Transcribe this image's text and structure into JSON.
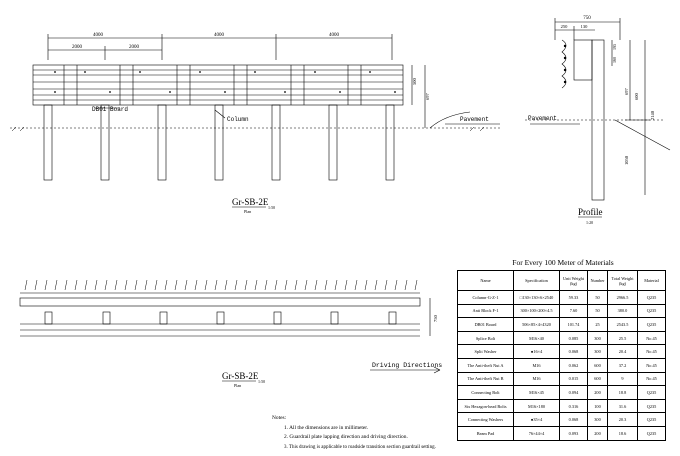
{
  "plan_view": {
    "dims_top": [
      "4000",
      "4000",
      "4000"
    ],
    "dims_sub": [
      "2000",
      "2000"
    ],
    "board_label": "DB01 Board",
    "column_label": "Column",
    "pavement_label": "Pavement",
    "dim_height_1": "500",
    "dim_height_2": "697",
    "title": "Gr-SB-2E",
    "subtitle": "Plan",
    "scale": "1:50"
  },
  "profile_view": {
    "dim_top": "750",
    "dim_a": "250",
    "dim_b": "130",
    "dim_c": "195",
    "dim_d": "160",
    "dim_e": "697",
    "dim_f": "600",
    "dim_g": "2140",
    "dim_h": "1050",
    "pavement_label": "Pavement",
    "title": "Profile",
    "scale": "1:20"
  },
  "elevation_view": {
    "dim_right": "750",
    "direction_label": "Driving Directions",
    "title": "Gr-SB-2E",
    "subtitle": "Plan",
    "scale": "1:50"
  },
  "materials": {
    "title": "For Every 100 Meter of Materials",
    "headers": [
      "Name",
      "Specification",
      "Unit Weight (kg)",
      "Number",
      "Total Weight (kg)",
      "Material"
    ],
    "rows": [
      [
        "Column-G-Z-1",
        "□130×130×6×2540",
        "59.33",
        "50",
        "2966.5",
        "Q235"
      ],
      [
        "Anti Block F-1",
        "300×100×200×4.5",
        "7.60",
        "50",
        "380.0",
        "Q235"
      ],
      [
        "DB01 Board",
        "506×85×4×4320",
        "101.74",
        "25",
        "2543.5",
        "Q235"
      ],
      [
        "Splice Bolt",
        "M16×40",
        "0.085",
        "300",
        "25.5",
        "No.45"
      ],
      [
        "Split Washer",
        "●16×4",
        "0.068",
        "300",
        "20.4",
        "No.45"
      ],
      [
        "The Anti-theft Nut A",
        "M16",
        "0.062",
        "600",
        "37.2",
        "No.45"
      ],
      [
        "The Anti-theft Nut B",
        "M16",
        "0.015",
        "600",
        "9",
        "No.45"
      ],
      [
        "Connecting Bolt",
        "M16×45",
        "0.094",
        "200",
        "18.8",
        "Q235"
      ],
      [
        "Six Hexagon-head Bolts",
        "M16×180",
        "0.316",
        "100",
        "31.6",
        "Q235"
      ],
      [
        "Connecting Washers",
        "●35×4",
        "0.068",
        "300",
        "20.3",
        "Q235"
      ],
      [
        "Beam Pad",
        "76×44×4",
        "0.093",
        "200",
        "18.6",
        "Q235"
      ]
    ]
  },
  "notes": {
    "heading": "Notes:",
    "items": [
      "1. All the dimensions are in millimeter.",
      "2. Guardrail plate lapping direction and driving direction.",
      "3. This drawing is applicable to roadside transition section guardrail setting."
    ]
  }
}
